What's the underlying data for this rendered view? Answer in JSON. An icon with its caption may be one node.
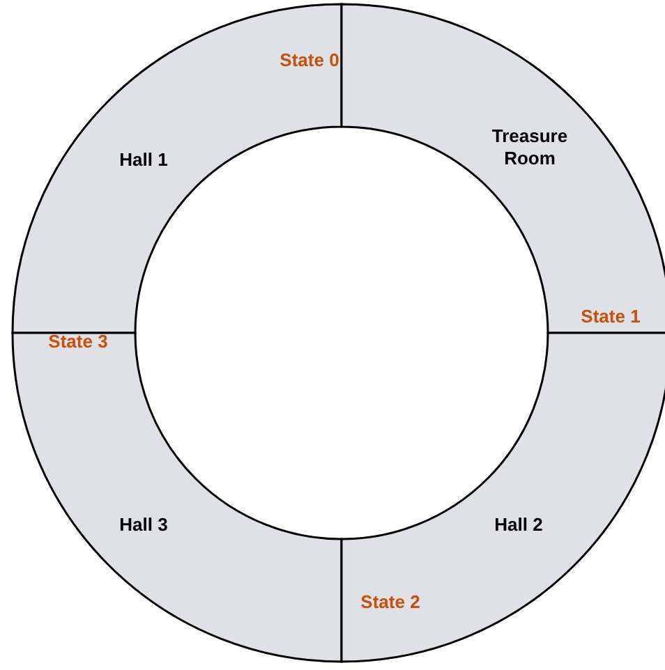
{
  "diagram": {
    "nodes": [
      {
        "text": [
          "Hall 1"
        ]
      },
      {
        "text": [
          "Treasure Room"
        ]
      },
      {
        "text": [
          "Hall 3"
        ]
      },
      {
        "text": [
          "Hall 2"
        ]
      }
    ],
    "labels": [
      "State 0",
      "State 1",
      "State 3",
      "State 2"
    ]
  }
}
